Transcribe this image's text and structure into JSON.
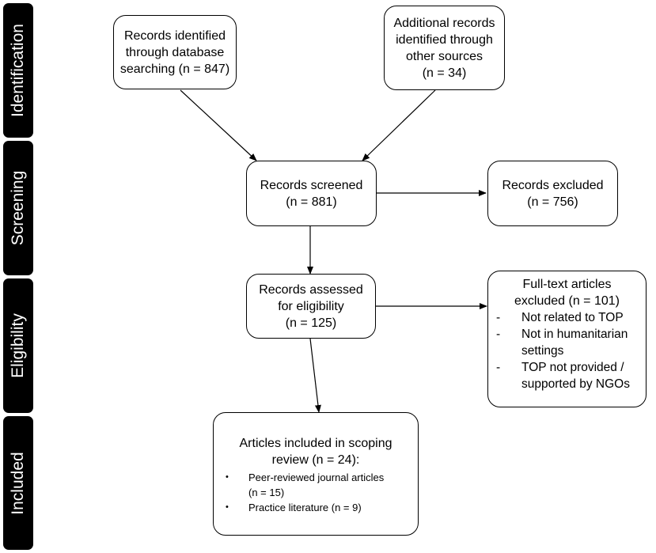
{
  "phases": {
    "identification": "Identification",
    "screening": "Screening",
    "eligibility": "Eligibility",
    "included": "Included"
  },
  "boxes": {
    "db_search": {
      "lines": [
        "Records identified",
        "through database",
        "searching (n = 847)"
      ]
    },
    "other_sources": {
      "lines": [
        "Additional records",
        "identified through",
        "other sources",
        "(n = 34)"
      ]
    },
    "screened": {
      "lines": [
        "Records screened",
        "(n = 881)"
      ]
    },
    "excluded": {
      "lines": [
        "Records excluded",
        "(n = 756)"
      ]
    },
    "assessed": {
      "lines": [
        "Records assessed",
        "for eligibility",
        "(n = 125)"
      ]
    },
    "fulltext_excluded": {
      "lines": [
        "Full-text articles",
        "excluded (n = 101)"
      ],
      "marker": "-",
      "items": [
        {
          "lines": [
            "Not related to TOP"
          ]
        },
        {
          "lines": [
            "Not in humanitarian",
            "settings"
          ]
        },
        {
          "lines": [
            "TOP not provided /",
            "supported by NGOs"
          ]
        }
      ]
    },
    "included": {
      "lines": [
        "Articles included in scoping",
        "review (n = 24):"
      ],
      "marker": "•",
      "items": [
        {
          "lines": [
            "Peer-reviewed journal articles",
            "(n = 15)"
          ]
        },
        {
          "lines": [
            "Practice literature (n = 9)"
          ]
        }
      ]
    }
  }
}
